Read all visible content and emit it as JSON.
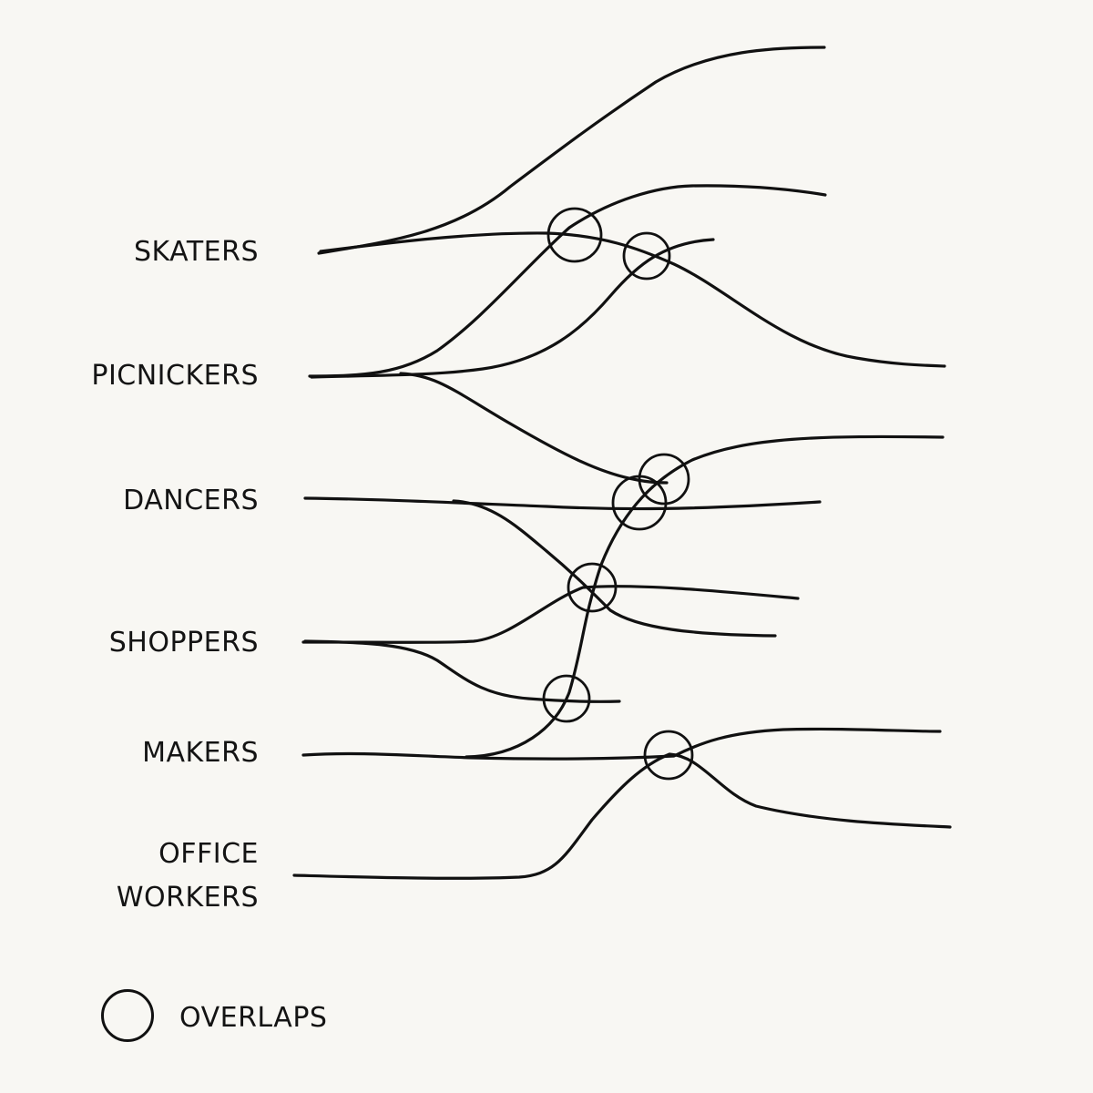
{
  "groups": [
    {
      "id": "skaters",
      "label": "SKATERS"
    },
    {
      "id": "picnickers",
      "label": "PICNICKERS"
    },
    {
      "id": "dancers",
      "label": "DANCERS"
    },
    {
      "id": "shoppers",
      "label": "SHOPPERS"
    },
    {
      "id": "makers",
      "label": "MAKERS"
    },
    {
      "id": "office_workers",
      "label": "OFFICE\nWORKERS"
    }
  ],
  "legend": {
    "overlap_label": "OVERLAPS"
  },
  "colors": {
    "background": "#f8f7f3",
    "ink": "#111111"
  }
}
